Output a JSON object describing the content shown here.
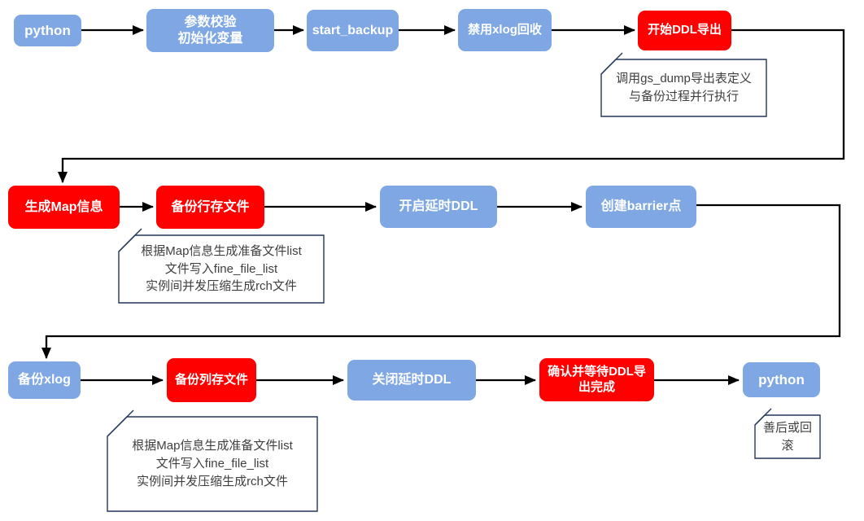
{
  "diagram": {
    "kind": "flowchart",
    "colors": {
      "node_blue": "#7EA7E3",
      "node_red": "#FE0000",
      "node_text": "#FFFFFF",
      "note_border": "#22355A",
      "note_fill": "#FFFFFF",
      "note_text": "#3F3F3F",
      "connector": "#000000"
    }
  },
  "nodes": [
    {
      "label": "python",
      "color": "blue"
    },
    {
      "label": "参数校验\n初始化变量",
      "color": "blue"
    },
    {
      "label": "start_backup",
      "color": "blue"
    },
    {
      "label": "禁用xlog回收",
      "color": "blue"
    },
    {
      "label": "开始DDL导出",
      "color": "red"
    },
    {
      "label": "生成Map信息",
      "color": "red"
    },
    {
      "label": "备份行存文件",
      "color": "red"
    },
    {
      "label": "开启延时DDL",
      "color": "blue"
    },
    {
      "label": "创建barrier点",
      "color": "blue"
    },
    {
      "label": "备份xlog",
      "color": "blue"
    },
    {
      "label": "备份列存文件",
      "color": "red"
    },
    {
      "label": "关闭延时DDL",
      "color": "blue"
    },
    {
      "label": "确认并等待DDL导出完成",
      "color": "red"
    },
    {
      "label": "python",
      "color": "blue"
    }
  ],
  "notes": [
    {
      "text": "调用gs_dump导出表定义\n与备份过程并行执行"
    },
    {
      "text": "根据Map信息生成准备文件list\n文件写入fine_file_list\n实例间并发压缩生成rch文件"
    },
    {
      "text": "根据Map信息生成准备文件list\n文件写入fine_file_list\n实例间并发压缩生成rch文件"
    },
    {
      "text": "善后或回滚"
    }
  ]
}
